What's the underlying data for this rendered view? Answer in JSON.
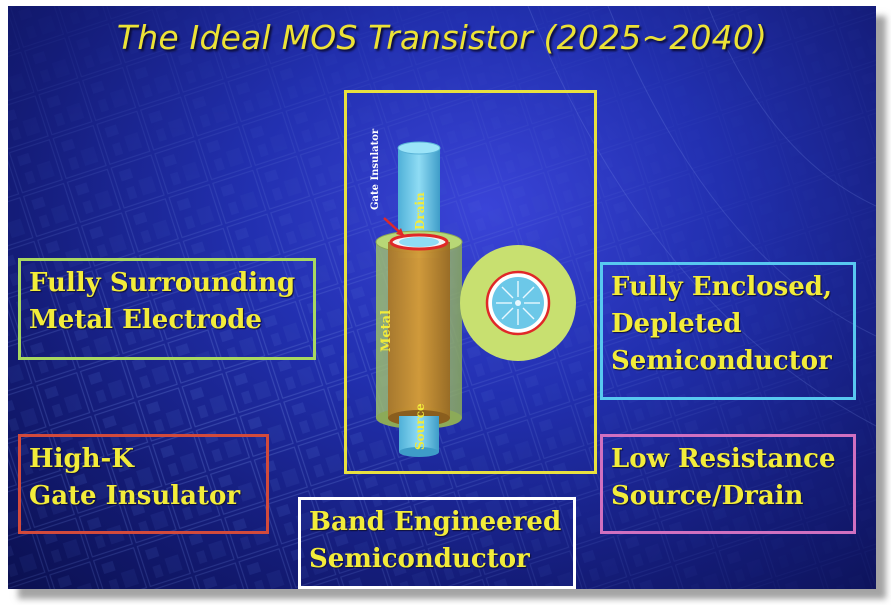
{
  "title": "The Ideal MOS Transistor (2025~2040)",
  "diagram": {
    "drain_label": "Drain",
    "source_label": "Source",
    "metal_label": "Metal",
    "gate_insulator_label": "Gate Insulator"
  },
  "boxes": {
    "metal_electrode": {
      "line1": "Fully Surrounding",
      "line2": "Metal Electrode"
    },
    "high_k": {
      "line1": "High-K",
      "line2": "Gate Insulator"
    },
    "band_engineered": {
      "line1": "Band Engineered",
      "line2": "Semiconductor"
    },
    "fully_enclosed": {
      "line1": "Fully Enclosed,",
      "line2": "Depleted",
      "line3": "Semiconductor"
    },
    "low_resistance": {
      "line1": "Low Resistance",
      "line2": "Source/Drain"
    }
  },
  "colors": {
    "title": "#ece236",
    "box_text": "#f2ec3a",
    "metal_box_border": "#a8d860",
    "high_k_box_border": "#d24a3c",
    "band_box_border": "#ffffff",
    "enclosed_box_border": "#58c8f0",
    "low_res_box_border": "#d070c0",
    "semiconductor": "#6cc8e8",
    "metal": "#c8902a",
    "insulator": "#c8e070",
    "gate_oxide_ring": "#e02828"
  }
}
